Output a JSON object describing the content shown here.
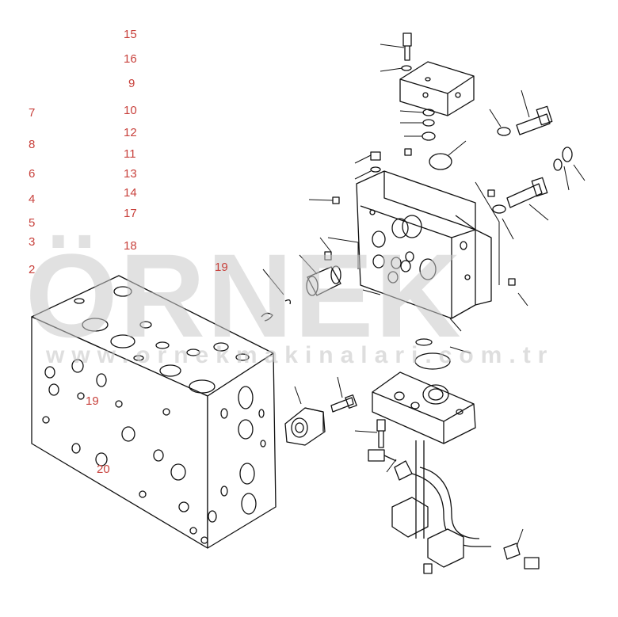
{
  "colors": {
    "callout": "#c8413c",
    "line": "#111111",
    "watermark": "#c9c9c9",
    "watermark_accent": "#e8c43a"
  },
  "watermark": {
    "word": "ÖRNEK",
    "url": "www.ornekmakinalari.com.tr"
  },
  "callouts": [
    {
      "id": "15",
      "text": "15"
    },
    {
      "id": "16",
      "text": "16"
    },
    {
      "id": "9",
      "text": "9"
    },
    {
      "id": "7",
      "text": "7"
    },
    {
      "id": "10",
      "text": "10"
    },
    {
      "id": "12",
      "text": "12"
    },
    {
      "id": "8",
      "text": "8"
    },
    {
      "id": "11",
      "text": "11"
    },
    {
      "id": "6",
      "text": "6"
    },
    {
      "id": "13",
      "text": "13"
    },
    {
      "id": "14",
      "text": "14"
    },
    {
      "id": "4",
      "text": "4"
    },
    {
      "id": "17",
      "text": "17"
    },
    {
      "id": "5",
      "text": "5"
    },
    {
      "id": "3",
      "text": "3"
    },
    {
      "id": "18",
      "text": "18"
    },
    {
      "id": "2",
      "text": "2"
    },
    {
      "id": "19",
      "text": "19"
    },
    {
      "id": "19b",
      "text": "19"
    },
    {
      "id": "20",
      "text": "20"
    }
  ]
}
